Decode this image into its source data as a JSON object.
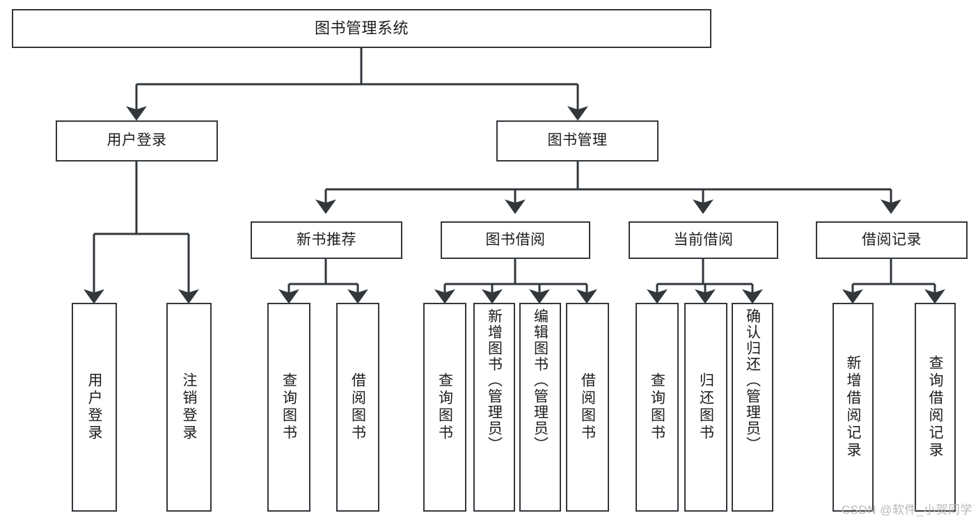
{
  "diagram": {
    "type": "tree-hierarchy",
    "title": "图书管理系统",
    "watermark": "CSDN @软件_小贺同学",
    "colors": {
      "node_border": "#32373c",
      "node_fill": "#ffffff",
      "connector": "#32373c",
      "text": "#1c1c1c",
      "watermark": "#b8b8b8",
      "background": "#ffffff"
    },
    "nodes": {
      "root": {
        "label": "图书管理系统"
      },
      "level2": [
        {
          "label": "用户登录"
        },
        {
          "label": "图书管理"
        }
      ],
      "level3": [
        {
          "label": "新书推荐"
        },
        {
          "label": "图书借阅"
        },
        {
          "label": "当前借阅"
        },
        {
          "label": "借阅记录"
        }
      ],
      "leaves_user_login": [
        {
          "label": "用户登录"
        },
        {
          "label": "注销登录"
        }
      ],
      "leaves_new_book": [
        {
          "label": "查询图书"
        },
        {
          "label": "借阅图书"
        }
      ],
      "leaves_borrow": [
        {
          "label": "查询图书"
        },
        {
          "label": "新增图书（管理员）"
        },
        {
          "label": "编辑图书（管理员）"
        },
        {
          "label": "借阅图书"
        }
      ],
      "leaves_current": [
        {
          "label": "查询图书"
        },
        {
          "label": "归还图书"
        },
        {
          "label": "确认归还（管理员）"
        }
      ],
      "leaves_records": [
        {
          "label": "新增借阅记录"
        },
        {
          "label": "查询借阅记录"
        }
      ]
    }
  }
}
